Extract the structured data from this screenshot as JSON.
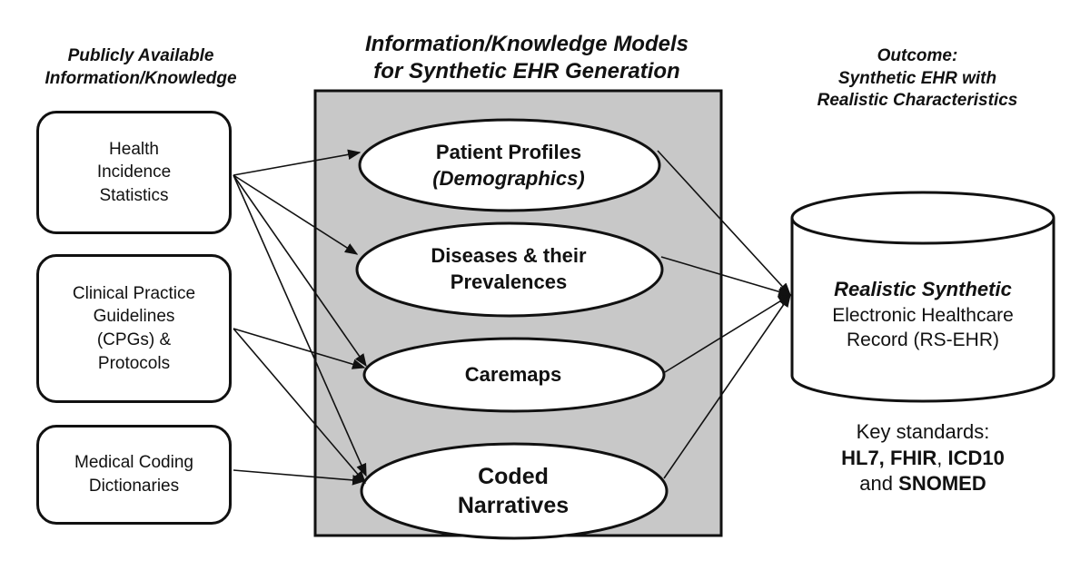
{
  "headers": {
    "left": [
      "Publicly Available",
      "Information/Knowledge"
    ],
    "middle": [
      "Information/Knowledge Models",
      "for Synthetic EHR Generation"
    ],
    "right": [
      "Outcome:",
      "Synthetic EHR with",
      "Realistic Characteristics"
    ]
  },
  "sources": {
    "health": [
      "Health",
      "Incidence",
      "Statistics"
    ],
    "cpg": [
      "Clinical Practice",
      "Guidelines",
      "(CPGs) &",
      "Protocols"
    ],
    "coding": [
      "Medical Coding",
      "Dictionaries"
    ]
  },
  "models": {
    "patient": {
      "line1": "Patient Profiles",
      "line2": "(Demographics)"
    },
    "diseases": {
      "line1": "Diseases & their",
      "line2": "Prevalences"
    },
    "caremaps": {
      "line1": "Caremaps"
    },
    "coded": {
      "line1": "Coded",
      "line2": "Narratives"
    }
  },
  "outcome": {
    "title": "Realistic Synthetic",
    "line2": "Electronic Healthcare",
    "line3": "Record (RS-EHR)"
  },
  "standards": {
    "line1": "Key standards:",
    "hl7": "HL7,",
    "fhir": "FHIR",
    "comma": ",",
    "icd": "ICD10",
    "and": "and",
    "snomed": "SNOMED"
  },
  "colors": {
    "panel_fill": "#c8c8c8",
    "stroke": "#111111"
  }
}
